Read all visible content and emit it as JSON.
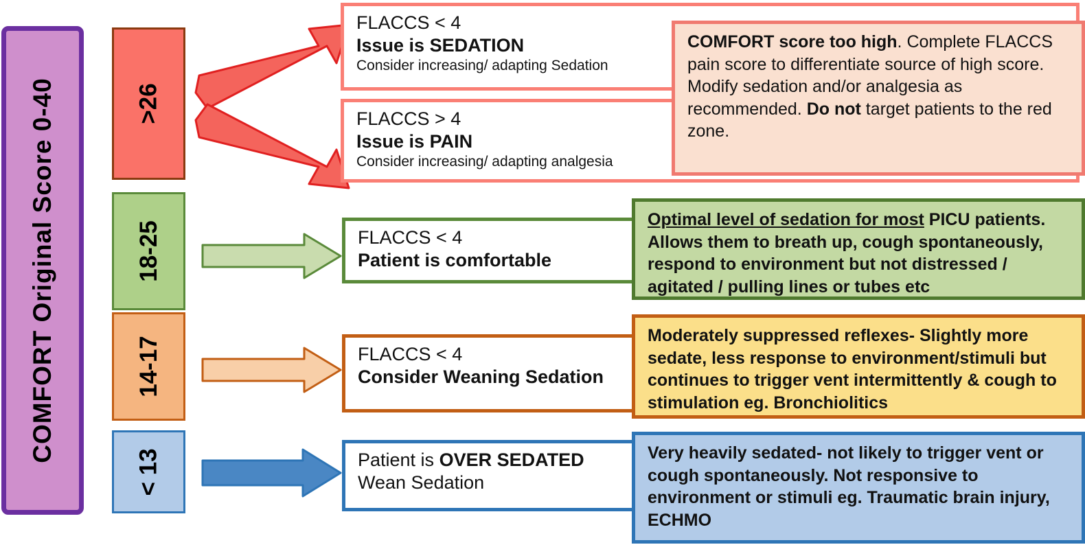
{
  "title_bar": {
    "label": "COMFORT  Original  Score   0-40",
    "fill": "#cf8fcc",
    "border": "#6b2fa0"
  },
  "rows": [
    {
      "score": ">26",
      "color_fill": "#fa7268",
      "color_border": "#8a3a10",
      "arrow_color": "#f4645c",
      "actions": [
        {
          "flaccs": "FLACCS < 4",
          "issue": "Issue is SEDATION",
          "advice": "Consider increasing/ adapting Sedation"
        },
        {
          "flaccs": "FLACCS > 4",
          "issue": "Issue is PAIN",
          "advice": "Consider increasing/ adapting analgesia"
        }
      ],
      "note": {
        "lead_bold": "COMFORT score too high",
        "body": ". Complete FLACCS pain score to differentiate source of high score. Modify sedation and/or analgesia as recommended. ",
        "tail_bold": "Do not",
        "tail": " target patients to the red zone.",
        "fill": "#fae0d0",
        "border": "#f07a70"
      }
    },
    {
      "score": "18-25",
      "color_fill": "#aed089",
      "color_border": "#5a8a3a",
      "arrow_color": "#c9dcae",
      "actions": [
        {
          "flaccs": "FLACCS < 4",
          "issue": "Patient is comfortable",
          "advice": ""
        }
      ],
      "note": {
        "underlined": "Optimal level of sedation for most",
        "body": " PICU patients. Allows them to breath up, cough spontaneously, respond to environment but not distressed / agitated / pulling lines or tubes etc",
        "fill": "#c3d9a3",
        "border": "#4f7a2e"
      }
    },
    {
      "score": "14-17",
      "color_fill": "#f5b580",
      "color_border": "#c25e14",
      "arrow_color": "#f8cfa8",
      "actions": [
        {
          "flaccs": "FLACCS < 4",
          "issue": "Consider Weaning Sedation",
          "advice": ""
        }
      ],
      "note": {
        "body": "Moderately suppressed reflexes- Slightly more sedate, less response to environment/stimuli but continues to trigger vent intermittently & cough to stimulation eg. Bronchiolitics",
        "fill": "#fbdf8a",
        "border": "#c25e14"
      }
    },
    {
      "score": "< 13",
      "color_fill": "#b2cbe8",
      "color_border": "#2e75b6",
      "arrow_color": "#4a87c4",
      "actions": [
        {
          "flaccs": "Patient is ",
          "issue": "OVER SEDATED",
          "advice": "Wean Sedation"
        }
      ],
      "note": {
        "body": "Very heavily sedated- not likely to trigger vent or cough spontaneously. Not responsive to environment or stimuli eg. Traumatic brain injury, ECHMO",
        "fill": "#b2cbe8",
        "border": "#2e75b6"
      }
    }
  ],
  "icons": {
    "arrow_red_up": "arrow-up-right-icon",
    "arrow_red_down": "arrow-down-right-icon",
    "arrow_green": "arrow-right-icon",
    "arrow_orange": "arrow-right-icon",
    "arrow_blue": "arrow-right-icon"
  }
}
